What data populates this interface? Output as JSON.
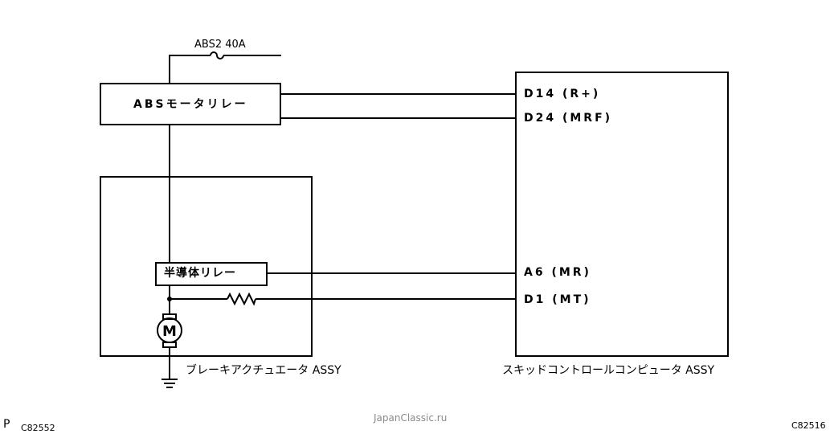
{
  "fuse": {
    "label": "ABS2 40A"
  },
  "motor_relay": {
    "label": "ABSモータリレー"
  },
  "semiconductor_relay": {
    "label": "半導体リレー"
  },
  "brake_actuator": {
    "label": "ブレーキアクチュエータ ASSY"
  },
  "skid_ecu": {
    "label": "スキッドコントロールコンピュータ ASSY",
    "pins": [
      {
        "label": "D14 (R+)"
      },
      {
        "label": "D24 (MRF)"
      },
      {
        "label": "A6 (MR)"
      },
      {
        "label": "D1 (MT)"
      }
    ]
  },
  "motor": {
    "symbol": "M"
  },
  "footer": {
    "left_letter": "P",
    "left_code": "C82552",
    "watermark": "JapanClassic.ru",
    "right_code": "C82516"
  }
}
